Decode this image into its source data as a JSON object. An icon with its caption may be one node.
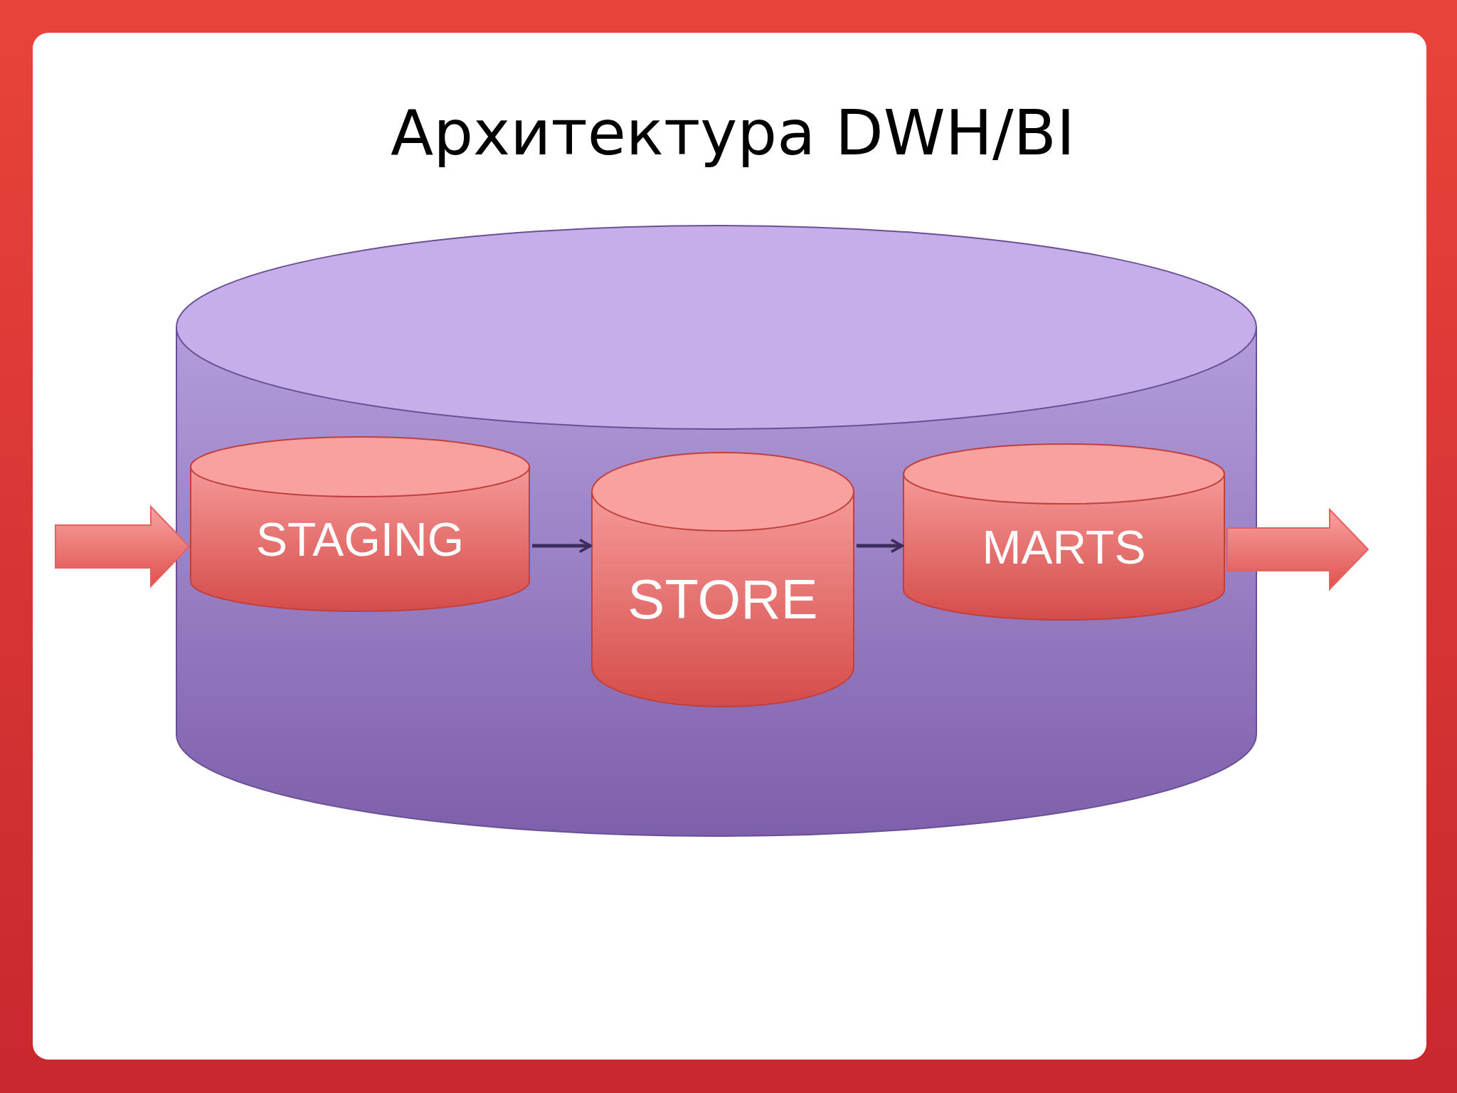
{
  "diagram": {
    "title": "Архитектура DWH/BI",
    "nodes": [
      {
        "text": [],
        "shape": "cylinder"
      },
      {
        "text": [
          "STAGING"
        ],
        "in": 0
      },
      {
        "text": [
          "STORE"
        ],
        "in": 0
      },
      {
        "text": [
          "MARTS"
        ],
        "in": 0
      }
    ],
    "edges": [
      {
        "from": null,
        "to": 1,
        "arrow": "to",
        "style": "thick",
        "color": "#e8605e"
      },
      {
        "from": 1,
        "to": 2,
        "arrow": "to"
      },
      {
        "from": 2,
        "to": 3,
        "arrow": "to"
      },
      {
        "from": 3,
        "to": null,
        "arrow": "to",
        "style": "thick",
        "color": "#e8605e"
      }
    ]
  }
}
